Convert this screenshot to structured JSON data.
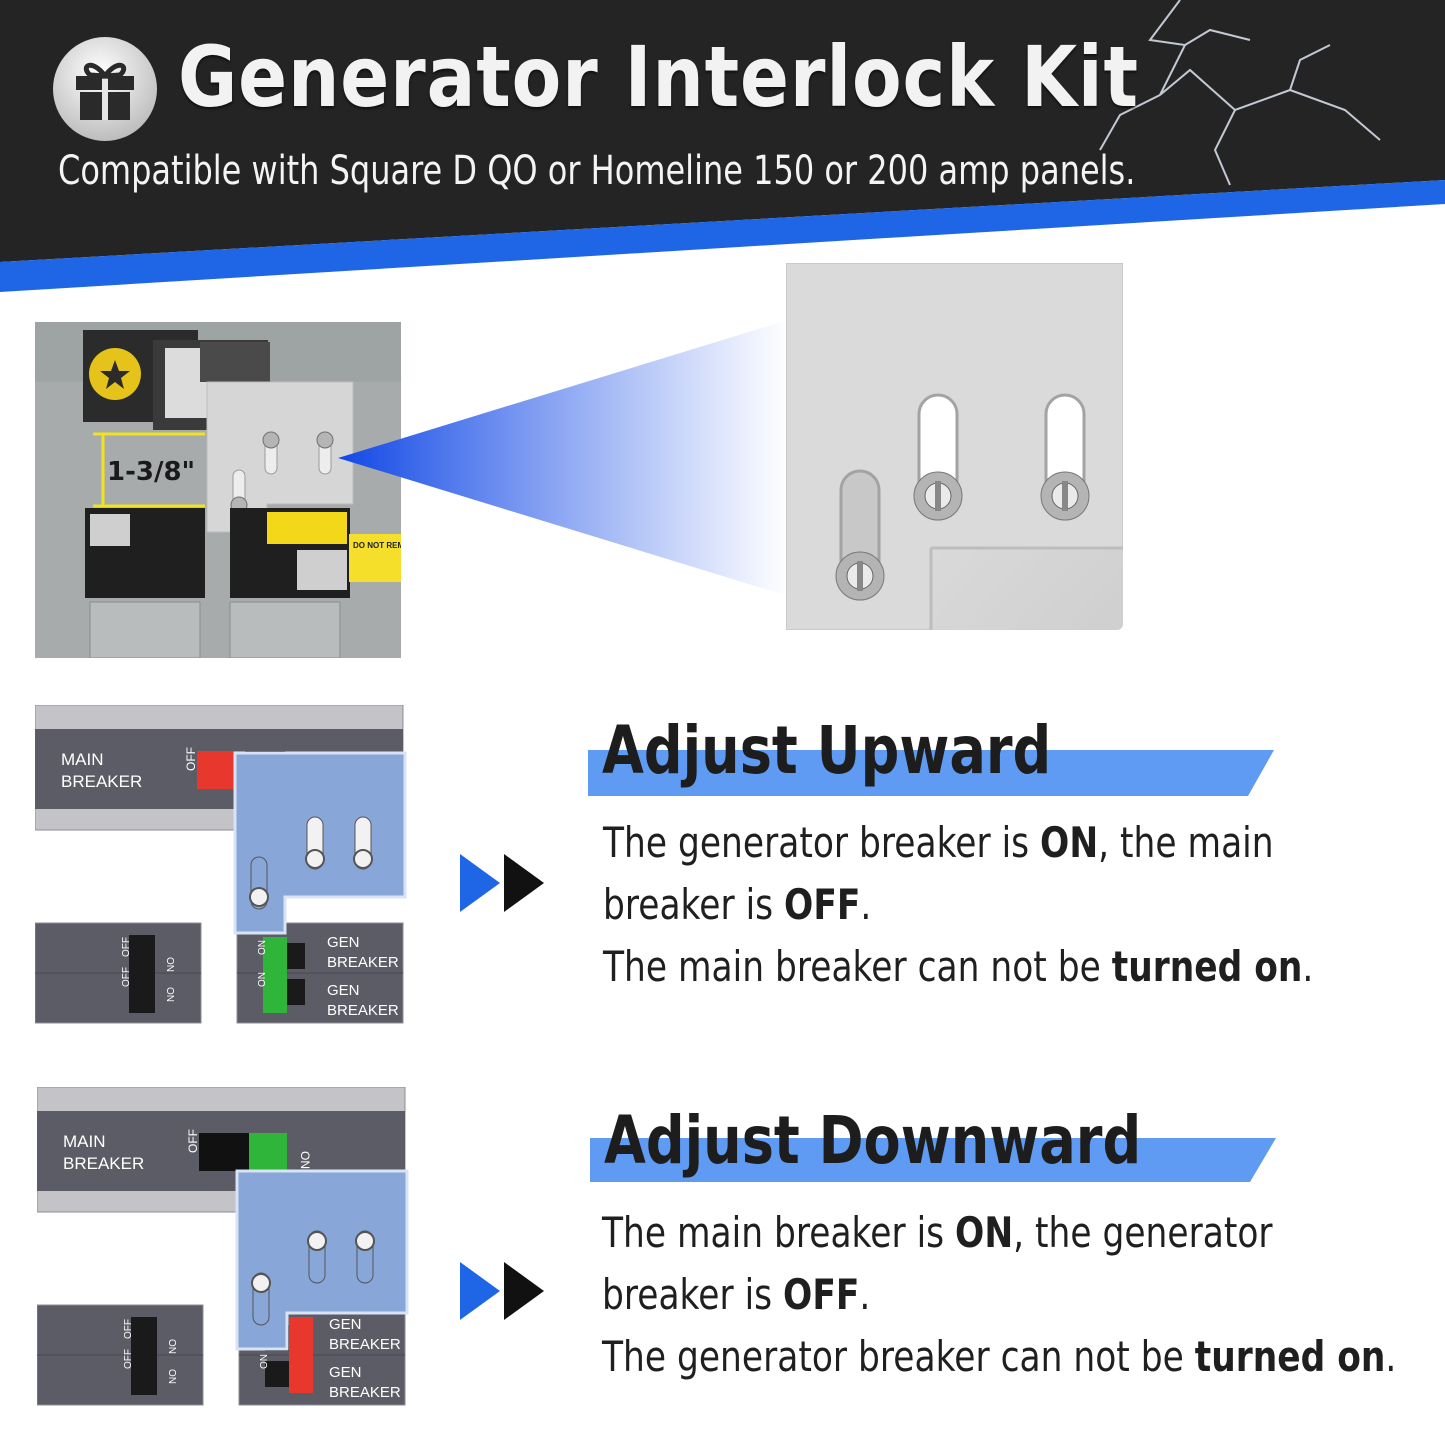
{
  "header": {
    "title": "Generator Interlock Kit",
    "subtitle": "Compatible with Square D QO or Homeline 150 or 200 amp panels.",
    "icon": "gift-icon",
    "colors": {
      "dark": "#222222",
      "accent": "#1f66e6"
    }
  },
  "photo": {
    "measurement": "1-3/8\"",
    "warning_label": "DO NOT REM"
  },
  "sections": [
    {
      "heading": "Adjust Upward",
      "line1_a": "The generator breaker is ",
      "line1_b": "ON",
      "line1_c": ", the main",
      "line2_a": "breaker is ",
      "line2_b": "OFF",
      "line2_c": ".",
      "line3_a": "The main breaker can not be ",
      "line3_b": "turned on",
      "line3_c": ".",
      "diagram": {
        "main_label_1": "MAIN",
        "main_label_2": "BREAKER",
        "main_off": "OFF",
        "gen_label_1": "GEN",
        "gen_label_2": "BREAKER",
        "on": "ON",
        "off": "OFF"
      }
    },
    {
      "heading": "Adjust Downward",
      "line1_a": "The main breaker is ",
      "line1_b": "ON",
      "line1_c": ", the generator",
      "line2_a": "breaker is ",
      "line2_b": "OFF",
      "line2_c": ".",
      "line3_a": "The generator breaker can not be ",
      "line3_b": "turned on",
      "line3_c": ".",
      "diagram": {
        "main_label_1": "MAIN",
        "main_label_2": "BREAKER",
        "main_off": "OFF",
        "main_on": "ON",
        "gen_label_1": "GEN",
        "gen_label_2": "BREAKER",
        "on": "ON",
        "off": "OFF"
      }
    }
  ],
  "colors": {
    "breaker_on": "#2fb53a",
    "breaker_off": "#e8372c",
    "plate": "#88a6d8",
    "highlight": "#5f9bf2"
  }
}
